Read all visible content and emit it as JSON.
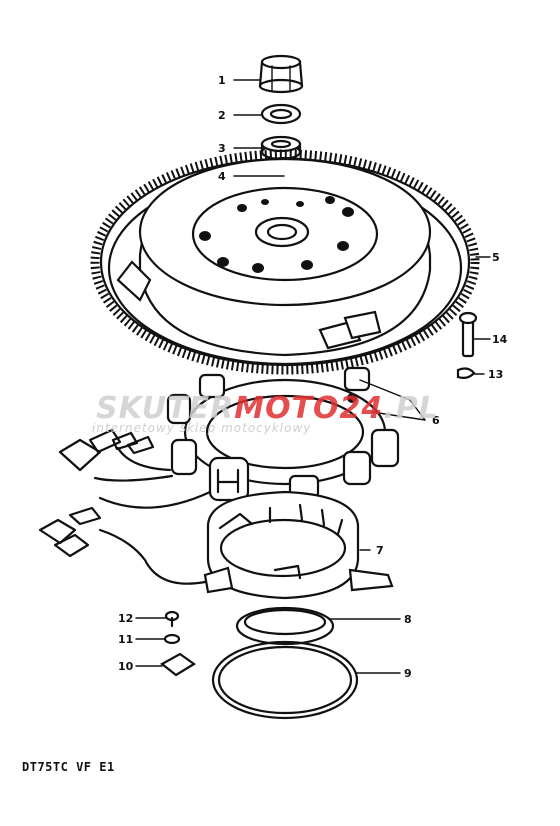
{
  "watermark": {
    "part1": "SKUTE",
    "part2": "R",
    "part3": "MOTO",
    "part4": ".PL",
    "badge": "24",
    "tagline": "internetowy sklep motocyklowy",
    "colors": {
      "gray": "#d0d0d0",
      "red": "#e03030"
    }
  },
  "callouts": [
    {
      "id": "1",
      "label": "1"
    },
    {
      "id": "2",
      "label": "2"
    },
    {
      "id": "3",
      "label": "3"
    },
    {
      "id": "4",
      "label": "4"
    },
    {
      "id": "5",
      "label": "5"
    },
    {
      "id": "6",
      "label": "6"
    },
    {
      "id": "7",
      "label": "7"
    },
    {
      "id": "8",
      "label": "8"
    },
    {
      "id": "9",
      "label": "9"
    },
    {
      "id": "10",
      "label": "10"
    },
    {
      "id": "11",
      "label": "11"
    },
    {
      "id": "12",
      "label": "12"
    },
    {
      "id": "13",
      "label": "13"
    },
    {
      "id": "14",
      "label": "14"
    }
  ],
  "model_code": "DT75TC VF E1"
}
